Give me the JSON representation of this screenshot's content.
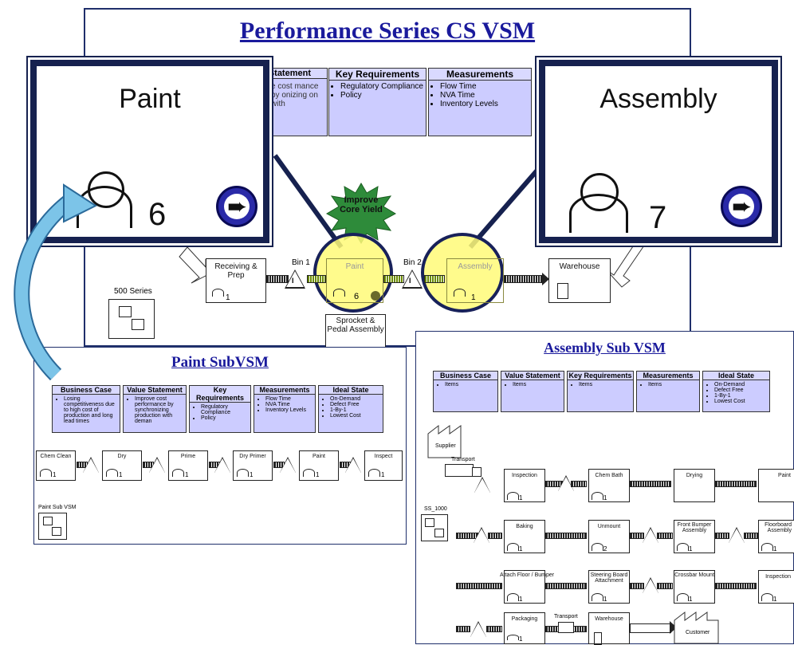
{
  "main": {
    "title": "Performance Series CS VSM",
    "headers": [
      "Statement",
      "Key Requirements",
      "Measurements"
    ],
    "key_requirements": [
      "Regulatory Compliance",
      "Policy"
    ],
    "measurements": [
      "Flow Time",
      "NVA Time",
      "Inventory Levels"
    ],
    "value_partial": "e cost mance by onizing on with",
    "improve_burst": "Improve Core Yield",
    "processes": {
      "receiving": "Receiving & Prep",
      "paint": "Paint",
      "assembly": "Assembly",
      "warehouse": "Warehouse",
      "sprocket": "Sprocket & Pedal Assembly"
    },
    "counts": {
      "receiving": "1",
      "paint": "6",
      "assembly": "1"
    },
    "bin1": "Bin 1",
    "bin2": "Bin 2",
    "series_label": "500 Series",
    "inventory_icon": "I"
  },
  "paint_card": {
    "title": "Paint",
    "count": "6"
  },
  "assembly_card": {
    "title": "Assembly",
    "count": "7"
  },
  "paint_sub": {
    "title": "Paint SubVSM",
    "headers": [
      "Business Case",
      "Value Statement",
      "Key Requirements",
      "Measurements",
      "Ideal State"
    ],
    "business_case": "Losing competitiveness due to high cost of production and long lead times",
    "value_statement": "Improve cost performance by synchronizing production with deman",
    "key_requirements": [
      "Regulatory Compliance",
      "Policy"
    ],
    "measurements": [
      "Flow Time",
      "NVA Time",
      "Inventory Levels"
    ],
    "ideal_state": [
      "On-Demand",
      "Defect Free",
      "1-By-1",
      "Lowest Cost"
    ],
    "steps": [
      "Chem Clean",
      "Dry",
      "Prime",
      "Dry Primer",
      "Paint",
      "Inspect"
    ],
    "count": "1",
    "footer_label": "Paint Sub VSM"
  },
  "assembly_sub": {
    "title": "Assembly Sub VSM",
    "headers": [
      "Business Case",
      "Value Statement",
      "Key Requirements",
      "Measurements",
      "Ideal State"
    ],
    "items": "Items",
    "ideal_state": [
      "On-Demand",
      "Defect Free",
      "1-By-1",
      "Lowest Cost"
    ],
    "supplier": "Supplier",
    "transport": "Transport",
    "ss_label": "SS_1000",
    "row1": [
      "Inspection",
      "Chem Bath",
      "Drying",
      "Paint"
    ],
    "row2": [
      "Baking",
      "Unmount",
      "Front Bumper Assembly",
      "Floorboard Assembly"
    ],
    "row3": [
      "Attach Floor / Bumper",
      "Steering Board Attachment",
      "Crossbar Mount",
      "Inspection"
    ],
    "row4": [
      "Packaging",
      "Warehouse",
      "Customer"
    ],
    "counts": {
      "one": "1",
      "two": "2"
    }
  },
  "colors": {
    "navy": "#16214f",
    "header_blue": "#ccccff",
    "title_blue": "#1a1a9c",
    "highlight": "#fffa78",
    "burst": "#2e8b3a",
    "curve": "#7cc4e8"
  }
}
